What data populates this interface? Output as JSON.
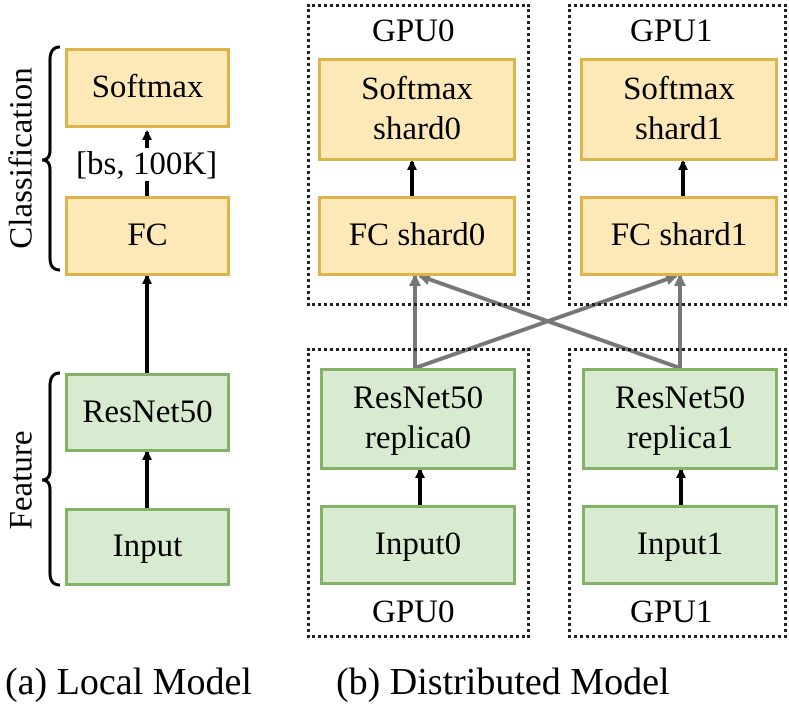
{
  "local_model": {
    "brace_classification": "Classification",
    "brace_feature": "Feature",
    "softmax": "Softmax",
    "shape_label": "[bs, 100K]",
    "fc": "FC",
    "resnet": "ResNet50",
    "input": "Input",
    "caption": "(a) Local Model"
  },
  "distributed_model": {
    "gpu0_top_label": "GPU0",
    "gpu1_top_label": "GPU1",
    "gpu0_bottom_label": "GPU0",
    "gpu1_bottom_label": "GPU1",
    "softmax_shard0": [
      "Softmax",
      "shard0"
    ],
    "softmax_shard1": [
      "Softmax",
      "shard1"
    ],
    "fc_shard0": "FC shard0",
    "fc_shard1": "FC shard1",
    "resnet_replica0": [
      "ResNet50",
      "replica0"
    ],
    "resnet_replica1": [
      "ResNet50",
      "replica1"
    ],
    "input0": "Input0",
    "input1": "Input1",
    "caption": "(b) Distributed Model"
  },
  "colors": {
    "classification_fill": "#fde9b8",
    "classification_border": "#dcb44a",
    "feature_fill": "#d8eacf",
    "feature_border": "#82b366",
    "cross_arrow": "#777777"
  }
}
